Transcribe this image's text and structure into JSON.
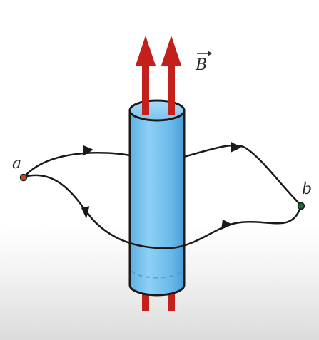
{
  "labels": {
    "field": "B",
    "point_a": "a",
    "point_b": "b"
  },
  "colors": {
    "cylinder": "#7cc3ee",
    "cylinder_edge": "#1a1a1a",
    "arrow": "#c4201b",
    "path": "#1a1a1a",
    "point_a": "#c4481e",
    "point_b": "#1f6b3a"
  }
}
